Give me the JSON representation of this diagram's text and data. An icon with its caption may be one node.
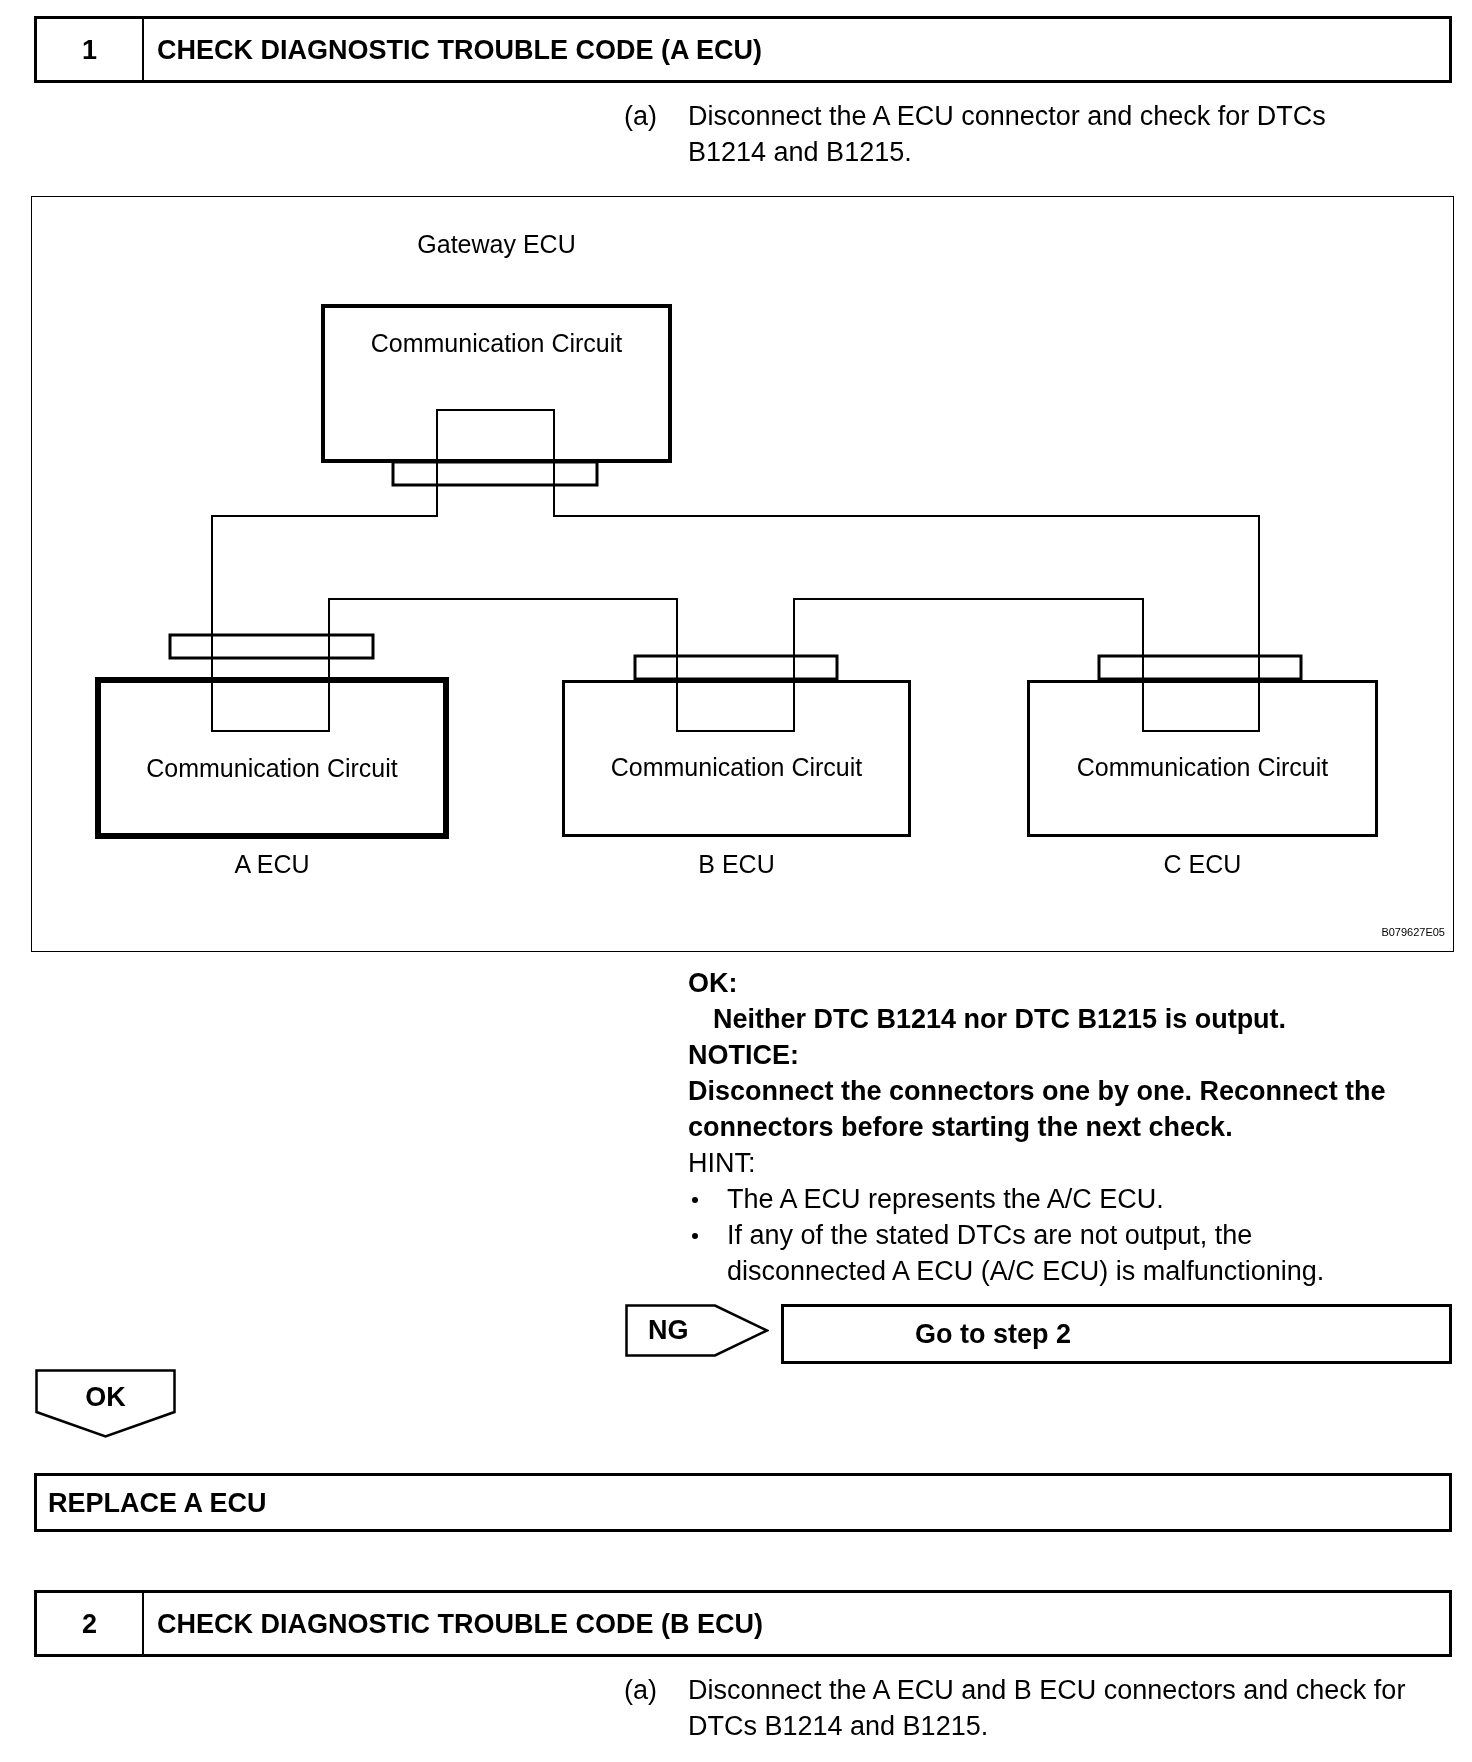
{
  "diagram": {
    "nodes": [
      {
        "text": [
          "1",
          "CHECK DIAGNOSTIC TROUBLE CODE (A ECU)"
        ]
      },
      {
        "text": [
          "B079627E05"
        ]
      },
      {
        "text": [
          "Communication Circuit"
        ],
        "beside": [
          "Gateway ECU"
        ],
        "in": 1
      },
      {
        "text": [
          "Communication Circuit"
        ],
        "beside": [
          "A ECU"
        ],
        "in": 1
      },
      {
        "text": [
          "Communication Circuit"
        ],
        "beside": [
          "B ECU"
        ],
        "in": 1
      },
      {
        "text": [
          "Communication Circuit"
        ],
        "beside": [
          "C ECU"
        ],
        "in": 1
      },
      {
        "text": [
          "NG"
        ]
      },
      {
        "text": [
          "Go to step 2"
        ]
      },
      {
        "text": [
          "OK"
        ]
      },
      {
        "text": [
          "REPLACE A ECU"
        ]
      },
      {
        "text": [
          "2",
          "CHECK DIAGNOSTIC TROUBLE CODE (B ECU)"
        ]
      }
    ],
    "edges": [
      {
        "from": 2,
        "to": 3,
        "arrow": "none"
      },
      {
        "from": 2,
        "to": 5,
        "arrow": "none"
      },
      {
        "from": 3,
        "to": 4,
        "arrow": "none"
      },
      {
        "from": 4,
        "to": 5,
        "arrow": "none"
      }
    ],
    "labels": [
      "(a)",
      "Disconnect the A ECU connector and check for DTCs B1214 and B1215.",
      "OK:",
      "Neither DTC B1214 nor DTC B1215 is output.",
      "NOTICE:",
      "Disconnect the connectors one by one. Reconnect the connectors before starting the next check.",
      "HINT:",
      "The A ECU represents the A/C ECU.",
      "If any of the stated DTCs are not output, the disconnected A ECU (A/C ECU) is malfunctioning.",
      "(a)",
      "Disconnect the A ECU and B ECU connectors and check for DTCs B1214 and B1215."
    ]
  }
}
